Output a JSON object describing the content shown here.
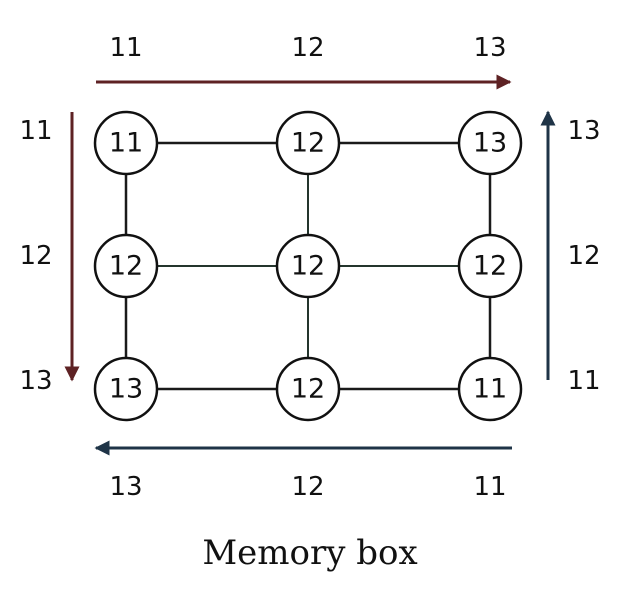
{
  "caption": "Memory box",
  "colors": {
    "red_arrow": "#5e2224",
    "navy_arrow": "#1f3447"
  },
  "top_labels": [
    "11",
    "12",
    "13"
  ],
  "left_labels": [
    "11",
    "12",
    "13"
  ],
  "right_labels": [
    "13",
    "12",
    "11"
  ],
  "bottom_labels": [
    "13",
    "12",
    "11"
  ],
  "grid": [
    [
      "11",
      "12",
      "13"
    ],
    [
      "12",
      "12",
      "12"
    ],
    [
      "13",
      "12",
      "11"
    ]
  ]
}
